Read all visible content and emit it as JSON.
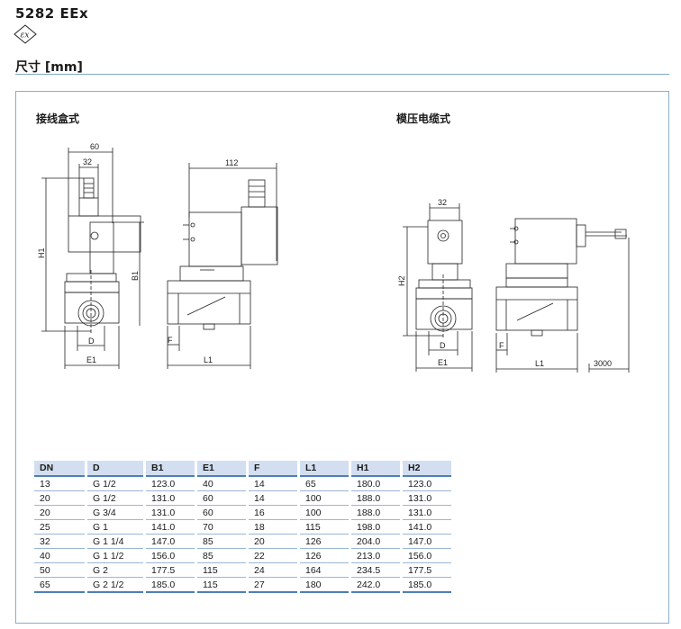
{
  "title": "5282 EEx",
  "ex_mark": "εx",
  "section_title": "尺寸 [mm]",
  "left_subtitle": "接线盒式",
  "right_subtitle": "模压电缆式",
  "dims": {
    "d60": "60",
    "d32a": "32",
    "d112": "112",
    "h1": "H1",
    "b1": "B1",
    "f1": "F",
    "dA": "D",
    "e1A": "E1",
    "l1A": "L1",
    "d32b": "32",
    "h2": "H2",
    "dB": "D",
    "e1B": "E1",
    "f2": "F",
    "l1B": "L1",
    "d3000": "3000"
  },
  "table": {
    "headers": [
      "DN",
      "D",
      "B1",
      "E1",
      "F",
      "L1",
      "H1",
      "H2"
    ],
    "rows": [
      [
        "13",
        "G 1/2",
        "123.0",
        "40",
        "14",
        "65",
        "180.0",
        "123.0"
      ],
      [
        "20",
        "G 1/2",
        "131.0",
        "60",
        "14",
        "100",
        "188.0",
        "131.0"
      ],
      [
        "20",
        "G 3/4",
        "131.0",
        "60",
        "16",
        "100",
        "188.0",
        "131.0"
      ],
      [
        "25",
        "G 1",
        "141.0",
        "70",
        "18",
        "115",
        "198.0",
        "141.0"
      ],
      [
        "32",
        "G 1 1/4",
        "147.0",
        "85",
        "20",
        "126",
        "204.0",
        "147.0"
      ],
      [
        "40",
        "G 1 1/2",
        "156.0",
        "85",
        "22",
        "126",
        "213.0",
        "156.0"
      ],
      [
        "50",
        "G 2",
        "177.5",
        "115",
        "24",
        "164",
        "234.5",
        "177.5"
      ],
      [
        "65",
        "G 2 1/2",
        "185.0",
        "115",
        "27",
        "180",
        "242.0",
        "185.0"
      ]
    ]
  }
}
